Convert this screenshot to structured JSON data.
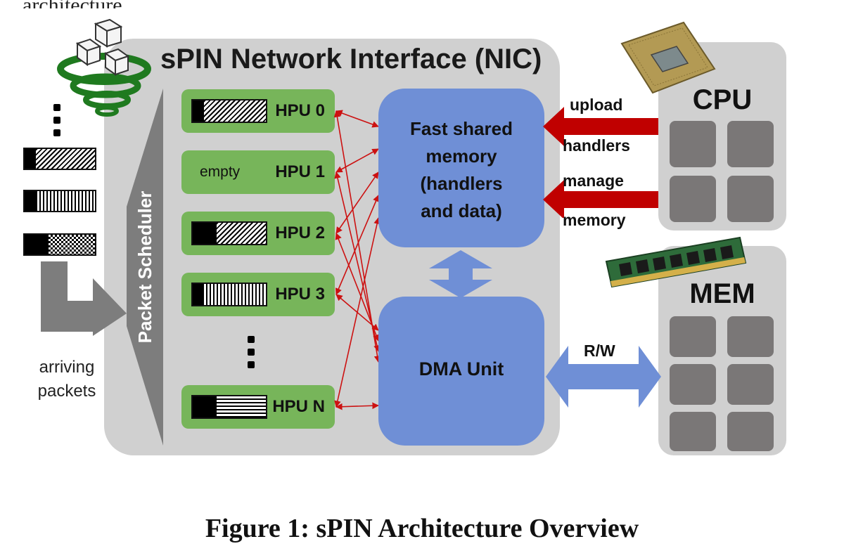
{
  "page": {
    "cut_heading": "architecture",
    "caption": "Figure 1: sPIN Architecture Overview"
  },
  "nic": {
    "title": "sPIN Network Interface (NIC)",
    "scheduler_label": "Packet Scheduler",
    "hpus": [
      {
        "label": "HPU 0",
        "packet": "diagonal"
      },
      {
        "label": "HPU 1",
        "packet": "empty",
        "empty_text": "empty"
      },
      {
        "label": "HPU 2",
        "packet": "diagonal"
      },
      {
        "label": "HPU 3",
        "packet": "vertical"
      },
      {
        "label": "HPU N",
        "packet": "horizontal"
      }
    ],
    "shared_memory": {
      "lines": [
        "Fast shared",
        "memory",
        "(handlers",
        "and data)"
      ]
    },
    "dma": {
      "label": "DMA Unit"
    }
  },
  "arrows": {
    "upload_label": "upload",
    "handlers_label": "handlers",
    "manage_label": "manage",
    "memory_label": "memory",
    "rw_label": "R/W"
  },
  "cpu": {
    "title": "CPU"
  },
  "mem": {
    "title": "MEM"
  },
  "incoming": {
    "label_line1": "arriving",
    "label_line2": "packets",
    "packets": [
      "diagonal",
      "vertical",
      "checker"
    ]
  },
  "colors": {
    "nic_bg": "#d0d0d0",
    "hpu_green": "#77b55a",
    "memory_blue": "#6f8fd6",
    "upload_arrow_red": "#c00000",
    "link_red": "#cc1111",
    "scheduler_gray": "#7d7d7d",
    "core_gray": "#7a7777"
  }
}
